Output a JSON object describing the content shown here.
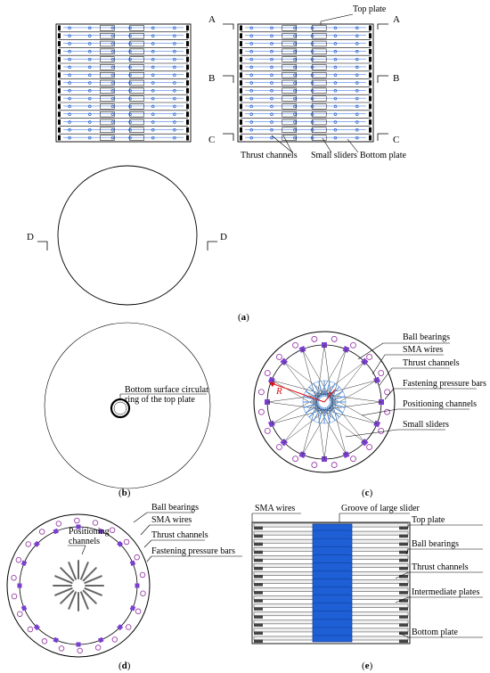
{
  "section_markers": {
    "a": "A",
    "b": "B",
    "c": "C",
    "d": "D"
  },
  "labels": {
    "a": {
      "top_plate": "Top plate",
      "thrust_channels": "Thrust channels",
      "small_sliders": "Small sliders",
      "bottom_plate": "Bottom plate"
    },
    "b": {
      "ring_line1": "Bottom surface circular",
      "ring_line2": "ring of the top plate"
    },
    "c": {
      "ball_bearings": "Ball bearings",
      "sma_wires": "SMA wires",
      "thrust_channels": "Thrust channels",
      "fastening_pressure_bars": "Fastening pressure bars",
      "positioning_channels": "Positioning channels",
      "small_sliders": "Small sliders",
      "radius_big": "R",
      "radius_small": "r"
    },
    "d": {
      "ball_bearings": "Ball bearings",
      "sma_wires": "SMA wires",
      "positioning_line1": "Positioning",
      "positioning_line2": "channels",
      "thrust_channels": "Thrust channels",
      "fastening_pressure_bars": "Fastening pressure bars"
    },
    "e": {
      "sma_wires": "SMA wires",
      "groove": "Groove of large slider",
      "top_plate": "Top plate",
      "ball_bearings": "Ball bearings",
      "thrust_channels": "Thrust channels",
      "intermediate_plates": "Intermediate plates",
      "bottom_plate": "Bottom plate"
    }
  },
  "panels": {
    "a": {
      "open": "(",
      "letter": "a",
      "close": ")"
    },
    "b": {
      "open": "(",
      "letter": "b",
      "close": ")"
    },
    "c": {
      "open": "(",
      "letter": "c",
      "close": ")"
    },
    "d": {
      "open": "(",
      "letter": "d",
      "close": ")"
    },
    "e": {
      "open": "(",
      "letter": "e",
      "close": ")"
    }
  },
  "colors": {
    "line": "#000000",
    "accent_blue": "#1f5fd6",
    "slider_blue": "#4f8fe0",
    "bearing_purple": "#9b3fa8",
    "bar_purple": "#7b3fd0",
    "radius_red": "#e01010"
  }
}
